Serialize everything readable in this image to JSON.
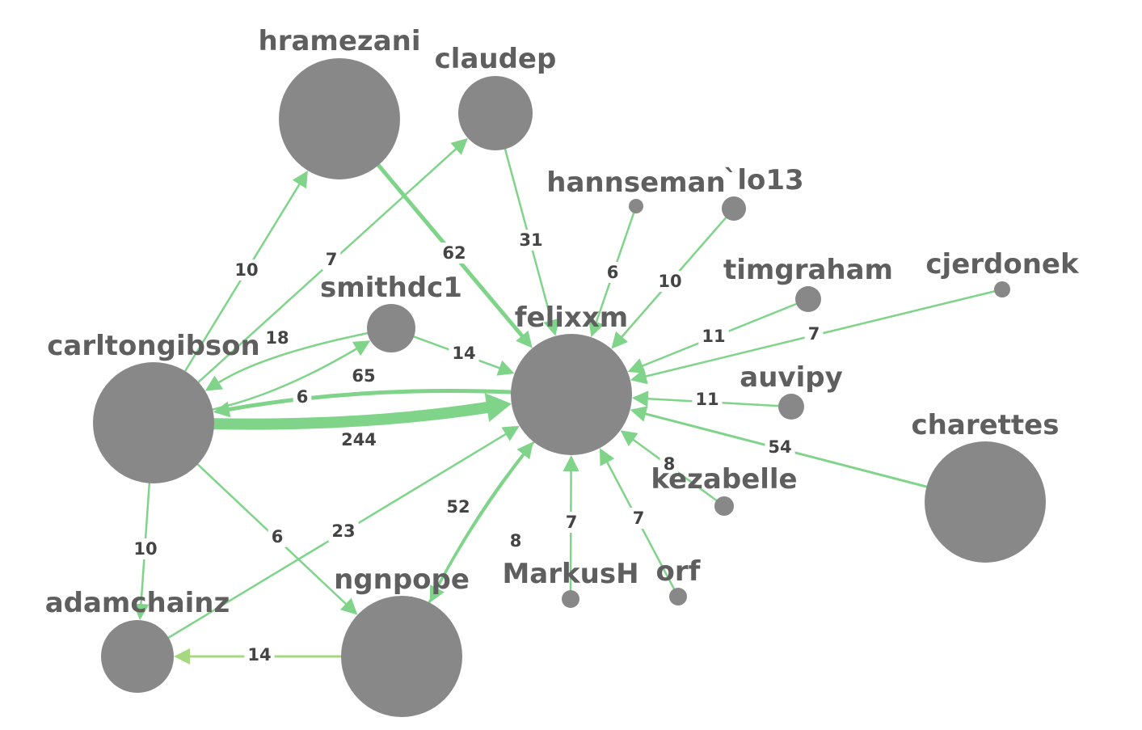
{
  "colors": {
    "node": "#888888",
    "edge": "#7fd48a",
    "edge_alt": "#a6d97f",
    "node_label": "#5f5f5f",
    "edge_label": "#444444",
    "background": "#ffffff"
  },
  "nodes": [
    {
      "id": "hramezani",
      "label": "hramezani"
    },
    {
      "id": "claudep",
      "label": "claudep"
    },
    {
      "id": "hannseman",
      "label": "hannseman"
    },
    {
      "id": "lo13",
      "label": "`lo13"
    },
    {
      "id": "timgraham",
      "label": "timgraham"
    },
    {
      "id": "cjerdonek",
      "label": "cjerdonek"
    },
    {
      "id": "smithdc1",
      "label": "smithdc1"
    },
    {
      "id": "felixxm",
      "label": "felixxm"
    },
    {
      "id": "carltongibson",
      "label": "carltongibson"
    },
    {
      "id": "auvipy",
      "label": "auvipy"
    },
    {
      "id": "charettes",
      "label": "charettes"
    },
    {
      "id": "kezabelle",
      "label": "kezabelle"
    },
    {
      "id": "adamchainz",
      "label": "adamchainz"
    },
    {
      "id": "ngnpope",
      "label": "ngnpope"
    },
    {
      "id": "MarkusH",
      "label": "MarkusH"
    },
    {
      "id": "orf",
      "label": "orf"
    }
  ],
  "edges": [
    {
      "source": "carltongibson",
      "target": "hramezani",
      "weight": "10"
    },
    {
      "source": "carltongibson",
      "target": "claudep",
      "weight": "7"
    },
    {
      "source": "hramezani",
      "target": "felixxm",
      "weight": "62"
    },
    {
      "source": "claudep",
      "target": "felixxm",
      "weight": "31"
    },
    {
      "source": "hannseman",
      "target": "felixxm",
      "weight": "6"
    },
    {
      "source": "lo13",
      "target": "felixxm",
      "weight": "10"
    },
    {
      "source": "timgraham",
      "target": "felixxm",
      "weight": "11"
    },
    {
      "source": "cjerdonek",
      "target": "felixxm",
      "weight": "7"
    },
    {
      "source": "carltongibson",
      "target": "smithdc1",
      "weight": "18"
    },
    {
      "source": "smithdc1",
      "target": "felixxm",
      "weight": "14"
    },
    {
      "source": "smithdc1",
      "target": "carltongibson",
      "weight": "6"
    },
    {
      "source": "felixxm",
      "target": "carltongibson",
      "weight": "65"
    },
    {
      "source": "carltongibson",
      "target": "felixxm",
      "weight": "244"
    },
    {
      "source": "auvipy",
      "target": "felixxm",
      "weight": "11"
    },
    {
      "source": "charettes",
      "target": "felixxm",
      "weight": "54"
    },
    {
      "source": "kezabelle",
      "target": "felixxm",
      "weight": "8"
    },
    {
      "source": "carltongibson",
      "target": "adamchainz",
      "weight": "10"
    },
    {
      "source": "carltongibson",
      "target": "ngnpope",
      "weight": "6"
    },
    {
      "source": "adamchainz",
      "target": "felixxm",
      "weight": "23"
    },
    {
      "source": "ngnpope",
      "target": "felixxm",
      "weight": "52"
    },
    {
      "source": "felixxm",
      "target": "ngnpope",
      "weight": "8"
    },
    {
      "source": "MarkusH",
      "target": "felixxm",
      "weight": "7"
    },
    {
      "source": "orf",
      "target": "felixxm",
      "weight": "7"
    },
    {
      "source": "ngnpope",
      "target": "adamchainz",
      "weight": "14"
    }
  ]
}
